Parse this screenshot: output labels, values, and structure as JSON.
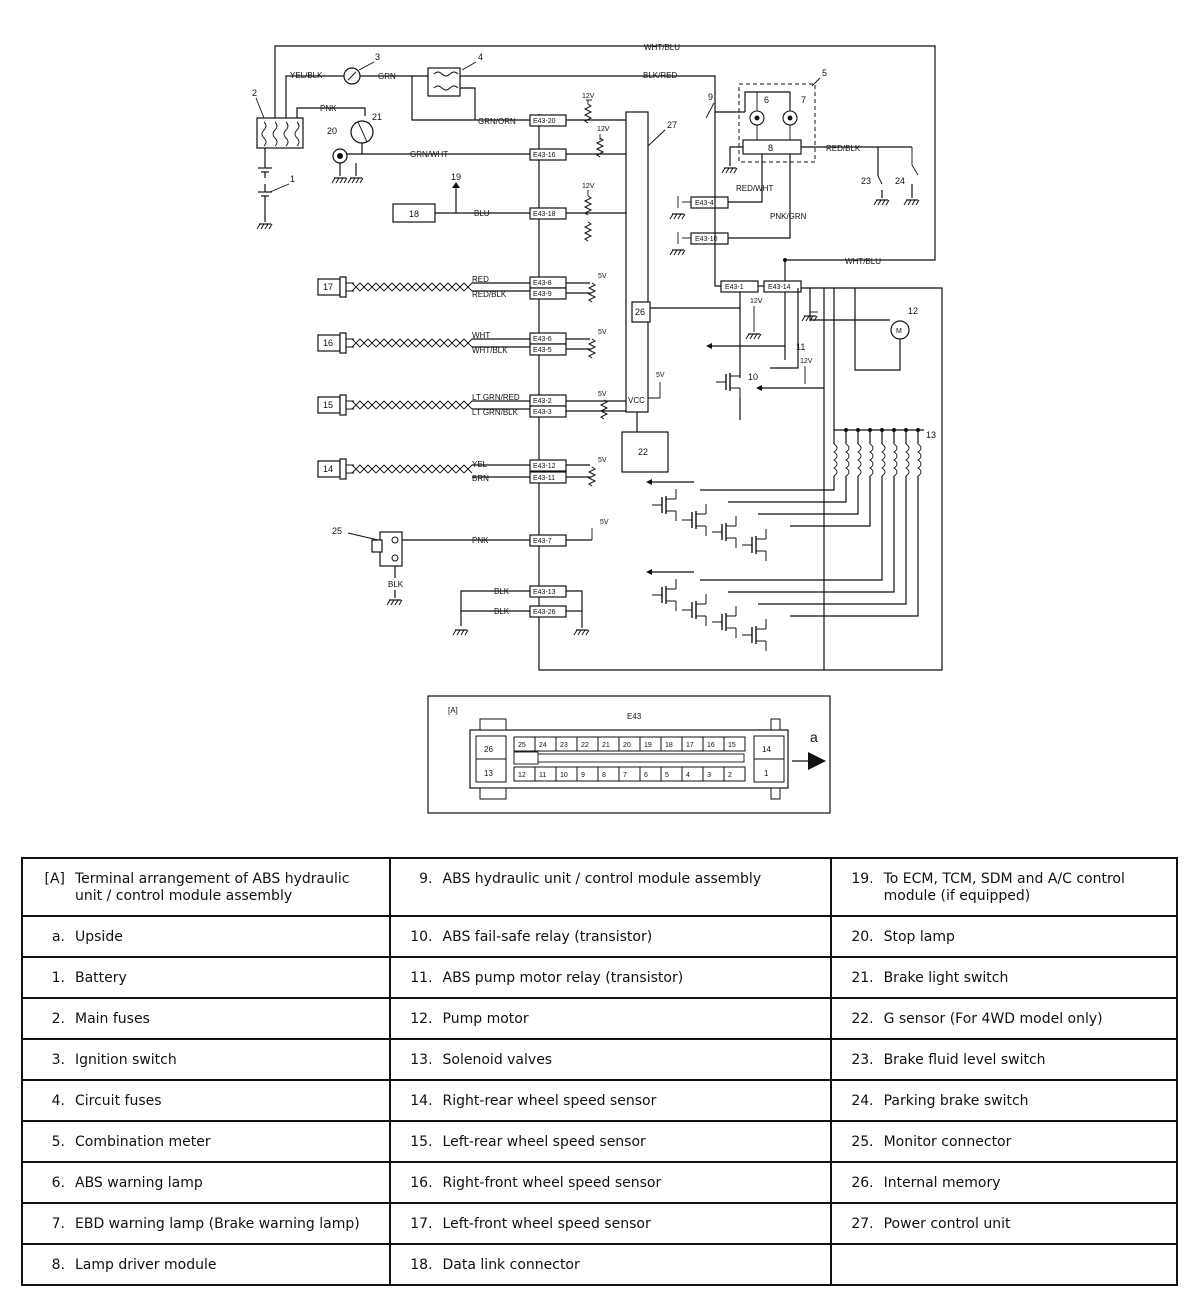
{
  "wires": {
    "wht_blu": "WHT/BLU",
    "yel_blk": "YEL/BLK",
    "grn": "GRN",
    "blk_red": "BLK/RED",
    "pnk": "PNK",
    "grn_orn": "GRN/ORN",
    "grn_wht": "GRN/WHT",
    "blu": "BLU",
    "red": "RED",
    "red_blk": "RED/BLK",
    "wht": "WHT",
    "wht_blk": "WHT/BLK",
    "lt_grn_red": "LT GRN/RED",
    "lt_grn_blk": "LT GRN/BLK",
    "yel": "YEL",
    "brn": "BRN",
    "blk": "BLK",
    "red_wht": "RED/WHT",
    "pnk_grn": "PNK/GRN"
  },
  "voltages": {
    "v12": "12V",
    "v5": "5V"
  },
  "vcc": "VCC",
  "terminals": {
    "e20": "E43-20",
    "e16": "E43-16",
    "e18": "E43-18",
    "e8": "E43-8",
    "e9": "E43-9",
    "e6": "E43-6",
    "e5": "E43-5",
    "e2": "E43-2",
    "e3": "E43-3",
    "e12": "E43-12",
    "e11": "E43-11",
    "e7": "E43-7",
    "e13": "E43-13",
    "e26": "E43-26",
    "e4": "E43-4",
    "e10": "E43-10",
    "e1": "E43-1",
    "e14": "E43-14"
  },
  "components": {
    "c1": "1",
    "c2": "2",
    "c3": "3",
    "c4": "4",
    "c5": "5",
    "c6": "6",
    "c7": "7",
    "c8": "8",
    "c9": "9",
    "c10": "10",
    "c11": "11",
    "c12": "12",
    "c13": "13",
    "c14": "14",
    "c15": "15",
    "c16": "16",
    "c17": "17",
    "c18": "18",
    "c19": "19",
    "c20": "20",
    "c21": "21",
    "c22": "22",
    "c23": "23",
    "c24": "24",
    "c25": "25",
    "c26": "26",
    "c27": "27",
    "m": "M"
  },
  "connector": {
    "label": "[A]",
    "name": "E43",
    "arrow_label": "a",
    "top_row": [
      "25",
      "24",
      "23",
      "22",
      "21",
      "20",
      "19",
      "18",
      "17",
      "16",
      "15"
    ],
    "bottom_row": [
      "12",
      "11",
      "10",
      "9",
      "8",
      "7",
      "6",
      "5",
      "4",
      "3",
      "2"
    ],
    "left_top": "26",
    "left_bottom": "13",
    "right_top": "14",
    "right_bottom": "1"
  },
  "legend": [
    [
      {
        "n": "[A]",
        "t": "Terminal arrangement of ABS hydraulic unit / control module assembly"
      },
      {
        "n": "9.",
        "t": "ABS hydraulic unit / control module assembly"
      },
      {
        "n": "19.",
        "t": "To ECM, TCM, SDM and A/C control module (if equipped)"
      }
    ],
    [
      {
        "n": "a.",
        "t": "Upside"
      },
      {
        "n": "10.",
        "t": "ABS fail-safe relay (transistor)"
      },
      {
        "n": "20.",
        "t": "Stop lamp"
      }
    ],
    [
      {
        "n": "1.",
        "t": "Battery"
      },
      {
        "n": "11.",
        "t": "ABS pump motor relay (transistor)"
      },
      {
        "n": "21.",
        "t": "Brake light switch"
      }
    ],
    [
      {
        "n": "2.",
        "t": "Main fuses"
      },
      {
        "n": "12.",
        "t": "Pump motor"
      },
      {
        "n": "22.",
        "t": "G sensor (For 4WD model only)"
      }
    ],
    [
      {
        "n": "3.",
        "t": "Ignition switch"
      },
      {
        "n": "13.",
        "t": "Solenoid valves"
      },
      {
        "n": "23.",
        "t": "Brake fluid level switch"
      }
    ],
    [
      {
        "n": "4.",
        "t": "Circuit fuses"
      },
      {
        "n": "14.",
        "t": "Right-rear wheel speed sensor"
      },
      {
        "n": "24.",
        "t": "Parking brake switch"
      }
    ],
    [
      {
        "n": "5.",
        "t": "Combination meter"
      },
      {
        "n": "15.",
        "t": "Left-rear wheel speed sensor"
      },
      {
        "n": "25.",
        "t": "Monitor connector"
      }
    ],
    [
      {
        "n": "6.",
        "t": "ABS warning lamp"
      },
      {
        "n": "16.",
        "t": "Right-front wheel speed sensor"
      },
      {
        "n": "26.",
        "t": "Internal memory"
      }
    ],
    [
      {
        "n": "7.",
        "t": "EBD warning lamp (Brake warning lamp)"
      },
      {
        "n": "17.",
        "t": "Left-front wheel speed sensor"
      },
      {
        "n": "27.",
        "t": "Power control unit"
      }
    ],
    [
      {
        "n": "8.",
        "t": "Lamp driver module"
      },
      {
        "n": "18.",
        "t": "Data link connector"
      },
      {
        "n": "",
        "t": ""
      }
    ]
  ]
}
